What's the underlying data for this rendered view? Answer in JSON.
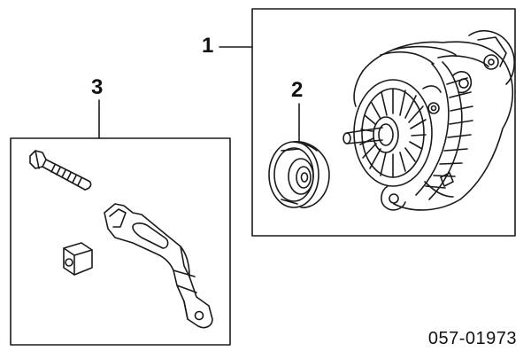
{
  "callouts": {
    "part1": "1",
    "part2": "2",
    "part3": "3"
  },
  "diagram_code": "057-01973",
  "colors": {
    "line": "#1a1a1a",
    "background": "#ffffff"
  }
}
